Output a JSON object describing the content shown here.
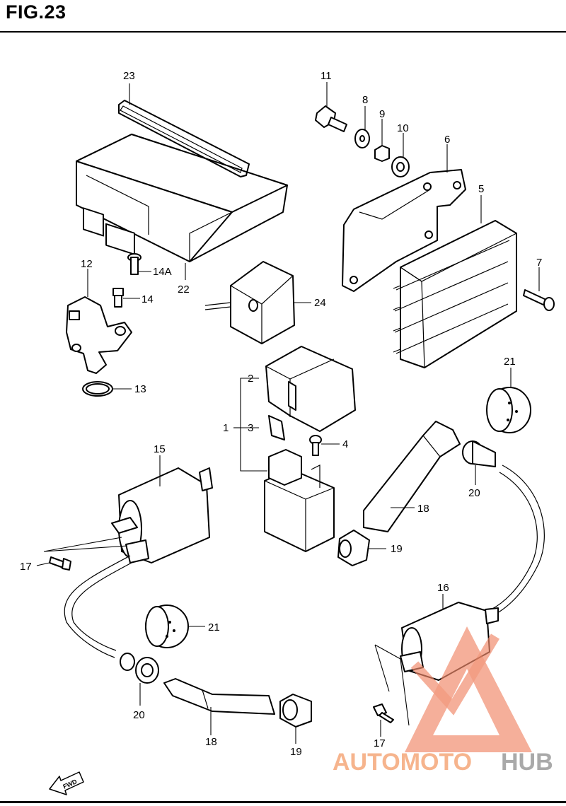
{
  "figure": {
    "title": "FIG.23"
  },
  "labels": {
    "p1": "1",
    "p2": "2",
    "p3": "3",
    "p4": "4",
    "p5": "5",
    "p6": "6",
    "p7": "7",
    "p8": "8",
    "p9": "9",
    "p10": "10",
    "p11": "11",
    "p12": "12",
    "p13": "13",
    "p14": "14",
    "p14a": "14A",
    "p15": "15",
    "p16": "16",
    "p17a": "17",
    "p17b": "17",
    "p18a": "18",
    "p18b": "18",
    "p19a": "19",
    "p19b": "19",
    "p20a": "20",
    "p20b": "20",
    "p21a": "21",
    "p21b": "21",
    "p22": "22",
    "p23": "23",
    "p24": "24"
  },
  "badges": {
    "fwd": "FWD"
  },
  "watermark": {
    "auto": "AUTOMOTO",
    "hub": "HUB",
    "brand_color": "#f08a6a",
    "accent_color": "#9b9b9b"
  }
}
